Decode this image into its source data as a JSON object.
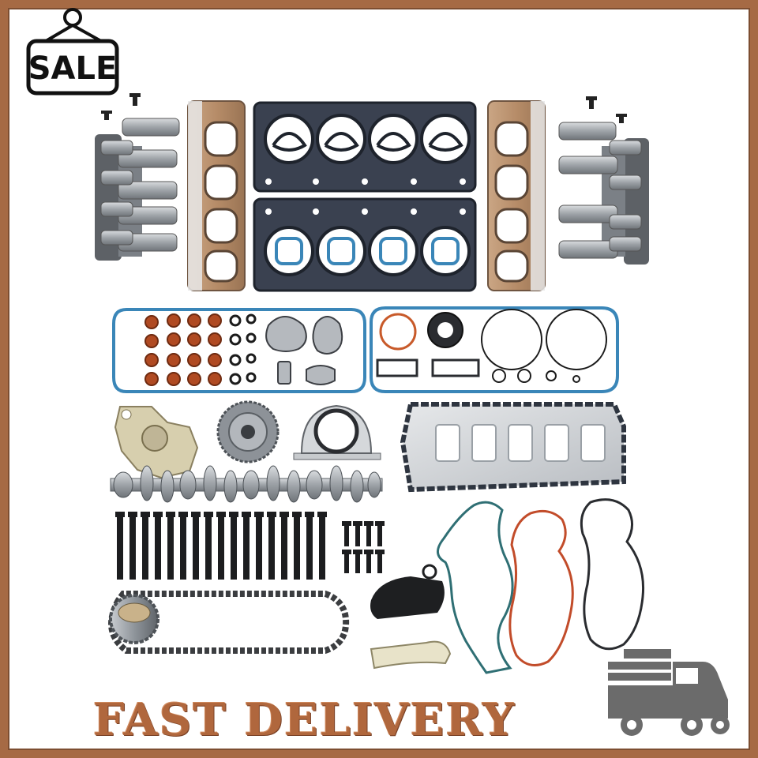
{
  "badge": {
    "text": "SALE",
    "icon": "price-tag-icon"
  },
  "headline": {
    "text": "FAST DELIVERY"
  },
  "delivery_icon": "delivery-truck-icon",
  "colors": {
    "frame": "#a66a44",
    "headline": "#b0673d",
    "gasket_blue": "#3a86b8",
    "gasket_dark": "#2e3540",
    "seal_brown": "#8a3a1e",
    "metal": "#9aa0a6",
    "truck": "#6b6b6b"
  },
  "parts": [
    "lifter-guide-left",
    "exhaust-manifold-gasket-left",
    "cylinder-head-gasket-upper",
    "cylinder-head-gasket-lower",
    "exhaust-manifold-gasket-right",
    "lifter-guide-right",
    "valve-cover-gasket-left",
    "valve-stem-seals",
    "valve-cover-gasket-right",
    "oil-pump",
    "cam-phaser",
    "rear-main-seal",
    "oil-pan-gasket",
    "camshaft",
    "head-bolts",
    "short-bolts",
    "timing-chain-tensioner",
    "timing-cover-gaskets",
    "timing-chain",
    "chain-guide"
  ]
}
